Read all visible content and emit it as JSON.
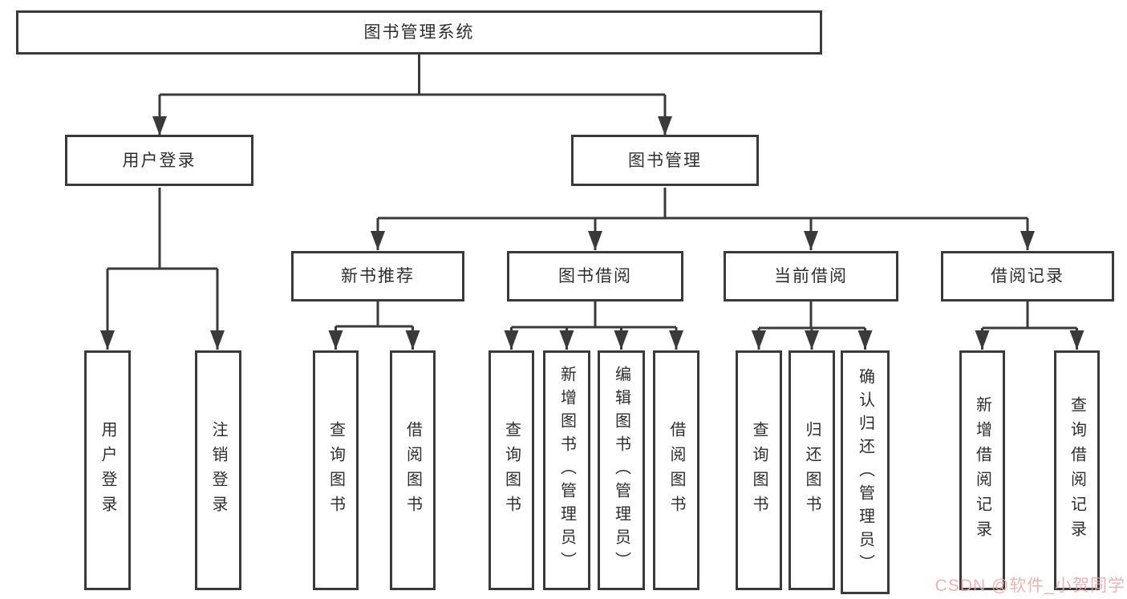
{
  "diagram": {
    "root": {
      "label": "图书管理系统",
      "children": [
        {
          "label": "用户登录",
          "children": [
            {
              "label": "用户登录"
            },
            {
              "label": "注销登录"
            }
          ]
        },
        {
          "label": "图书管理",
          "children": [
            {
              "label": "新书推荐",
              "children": [
                {
                  "label": "查询图书"
                },
                {
                  "label": "借阅图书"
                }
              ]
            },
            {
              "label": "图书借阅",
              "children": [
                {
                  "label": "查询图书"
                },
                {
                  "label": "新增图书（管理员）"
                },
                {
                  "label": "编辑图书（管理员）"
                },
                {
                  "label": "借阅图书"
                }
              ]
            },
            {
              "label": "当前借阅",
              "children": [
                {
                  "label": "查询图书"
                },
                {
                  "label": "归还图书"
                },
                {
                  "label": "确认归还（管理员）"
                }
              ]
            },
            {
              "label": "借阅记录",
              "children": [
                {
                  "label": "新增借阅记录"
                },
                {
                  "label": "查询借阅记录"
                }
              ]
            }
          ]
        }
      ]
    }
  },
  "watermark": {
    "text": "CSDN @软件_小贺同学"
  },
  "colors": {
    "line": "#3a3a3a",
    "border": "#3a3a3a",
    "text": "#2e2e2e",
    "background": "#ffffff",
    "watermark": "#eba6a6"
  }
}
